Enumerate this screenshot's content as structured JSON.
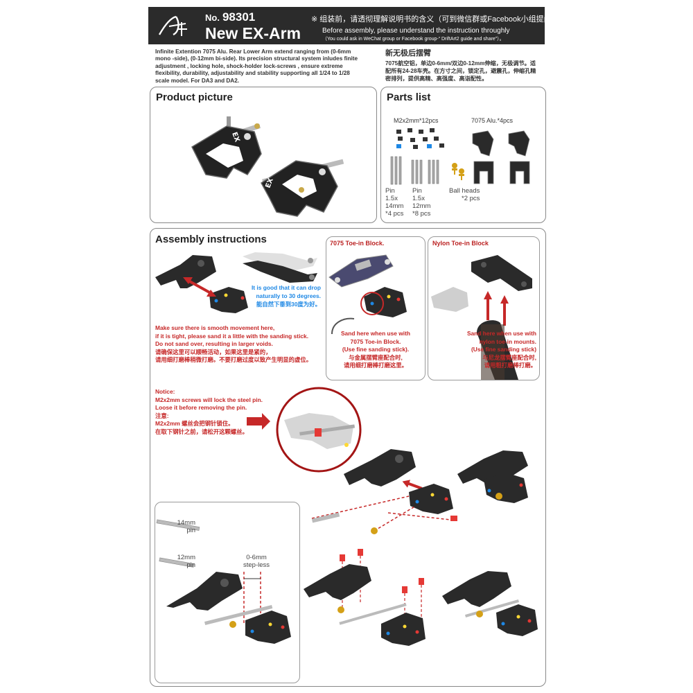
{
  "header": {
    "doc_no_label": "No.",
    "doc_no": "98301",
    "title": "New EX-Arm",
    "cn_note": "※ 组装前，请透彻理解说明书的含义（可到微信群或Facebook小组提问）。",
    "en_note": "Before assembly, please understand the instruction throughly",
    "en_note_sub": "（You could ask in WeChat group or Facebook group-“ DriftArt2 guide and share”）。"
  },
  "intro": {
    "en": "Infinite Extention 7075 Alu. Rear Lower Arm extend ranging from (0-6mm mono -side), (0-12mm bi-side). Its precision structural system inludes finite adjustment , locking hole, shock-holder lock-screws , ensure extreme flexibility, durability, adjustability and stability supporting all 1/24 to 1/28 scale model. For DA3 and DA2.",
    "cn_title": "新无极后摆臂",
    "cn": "7075航空铝，单边0-6mm/双边0-12mm伸缩，无极调节。适配所有24-28车壳。在方寸之间，锁定孔，避震孔，伸缩孔精密排列，提供高精、高强度、高诣配性。"
  },
  "product": {
    "title": "Product picture"
  },
  "parts": {
    "title": "Parts list",
    "screws_label": "M2x2mm*12pcs",
    "alu_label": "7075 Alu.*4pcs",
    "pin14": [
      "Pin",
      "1.5x",
      "14mm",
      "*4 pcs"
    ],
    "pin12": [
      "Pin",
      "1.5x",
      "12mm",
      "*8 pcs"
    ],
    "ball": [
      "Ball heads",
      "*2 pcs"
    ]
  },
  "assembly": {
    "title": "Assembly instructions",
    "drop_en": [
      "It is good that it can drop",
      "naturally to 30 degrees."
    ],
    "drop_cn": "能自然下垂到30度为好。",
    "movement": [
      "Make sure there is smooth movement here,",
      "if it is tight, please sand it a little with the sanding stick.",
      "Do not sand over, resulting in larger voids.",
      "请确保这里可以顺畅活动，如果这里是紧的，",
      "请用细打磨棒稍微打磨。不要打磨过度以致产生明显的虚位。"
    ],
    "toe7075": {
      "title": "7075 Toe-in Block.",
      "text": [
        "Sand here when use with",
        "7075 Toe-in Block.",
        "(Use fine sanding stick).",
        "与金属摆臂座配合时,",
        "请用细打磨棒打磨这里。"
      ]
    },
    "toenylon": {
      "title": "Nylon Toe-in Block",
      "text": [
        "Sand here when use with",
        "nylon toe-in mounts.",
        "(Use fine sanding stick)",
        "与尼龙摆臂座配合时,",
        "请用粗打磨棒打磨。"
      ]
    },
    "notice": [
      "Notice:",
      "M2x2mm screws will lock the steel pin.",
      "Loose it before removing the pin.",
      "注意:",
      "M2x2mm 螺丝会把钢针锁住。",
      "在取下钢针之前，请松开这颗螺丝。"
    ],
    "pin14_label": [
      "14mm",
      "pin"
    ],
    "pin12_label": [
      "12mm",
      "pin"
    ],
    "stepless": [
      "0-6mm",
      "step-less"
    ]
  },
  "colors": {
    "header_bg": "#2b2b2b",
    "accent_red": "#c62828",
    "note_blue": "#1e88e5",
    "part_black": "#2a2a2a"
  }
}
